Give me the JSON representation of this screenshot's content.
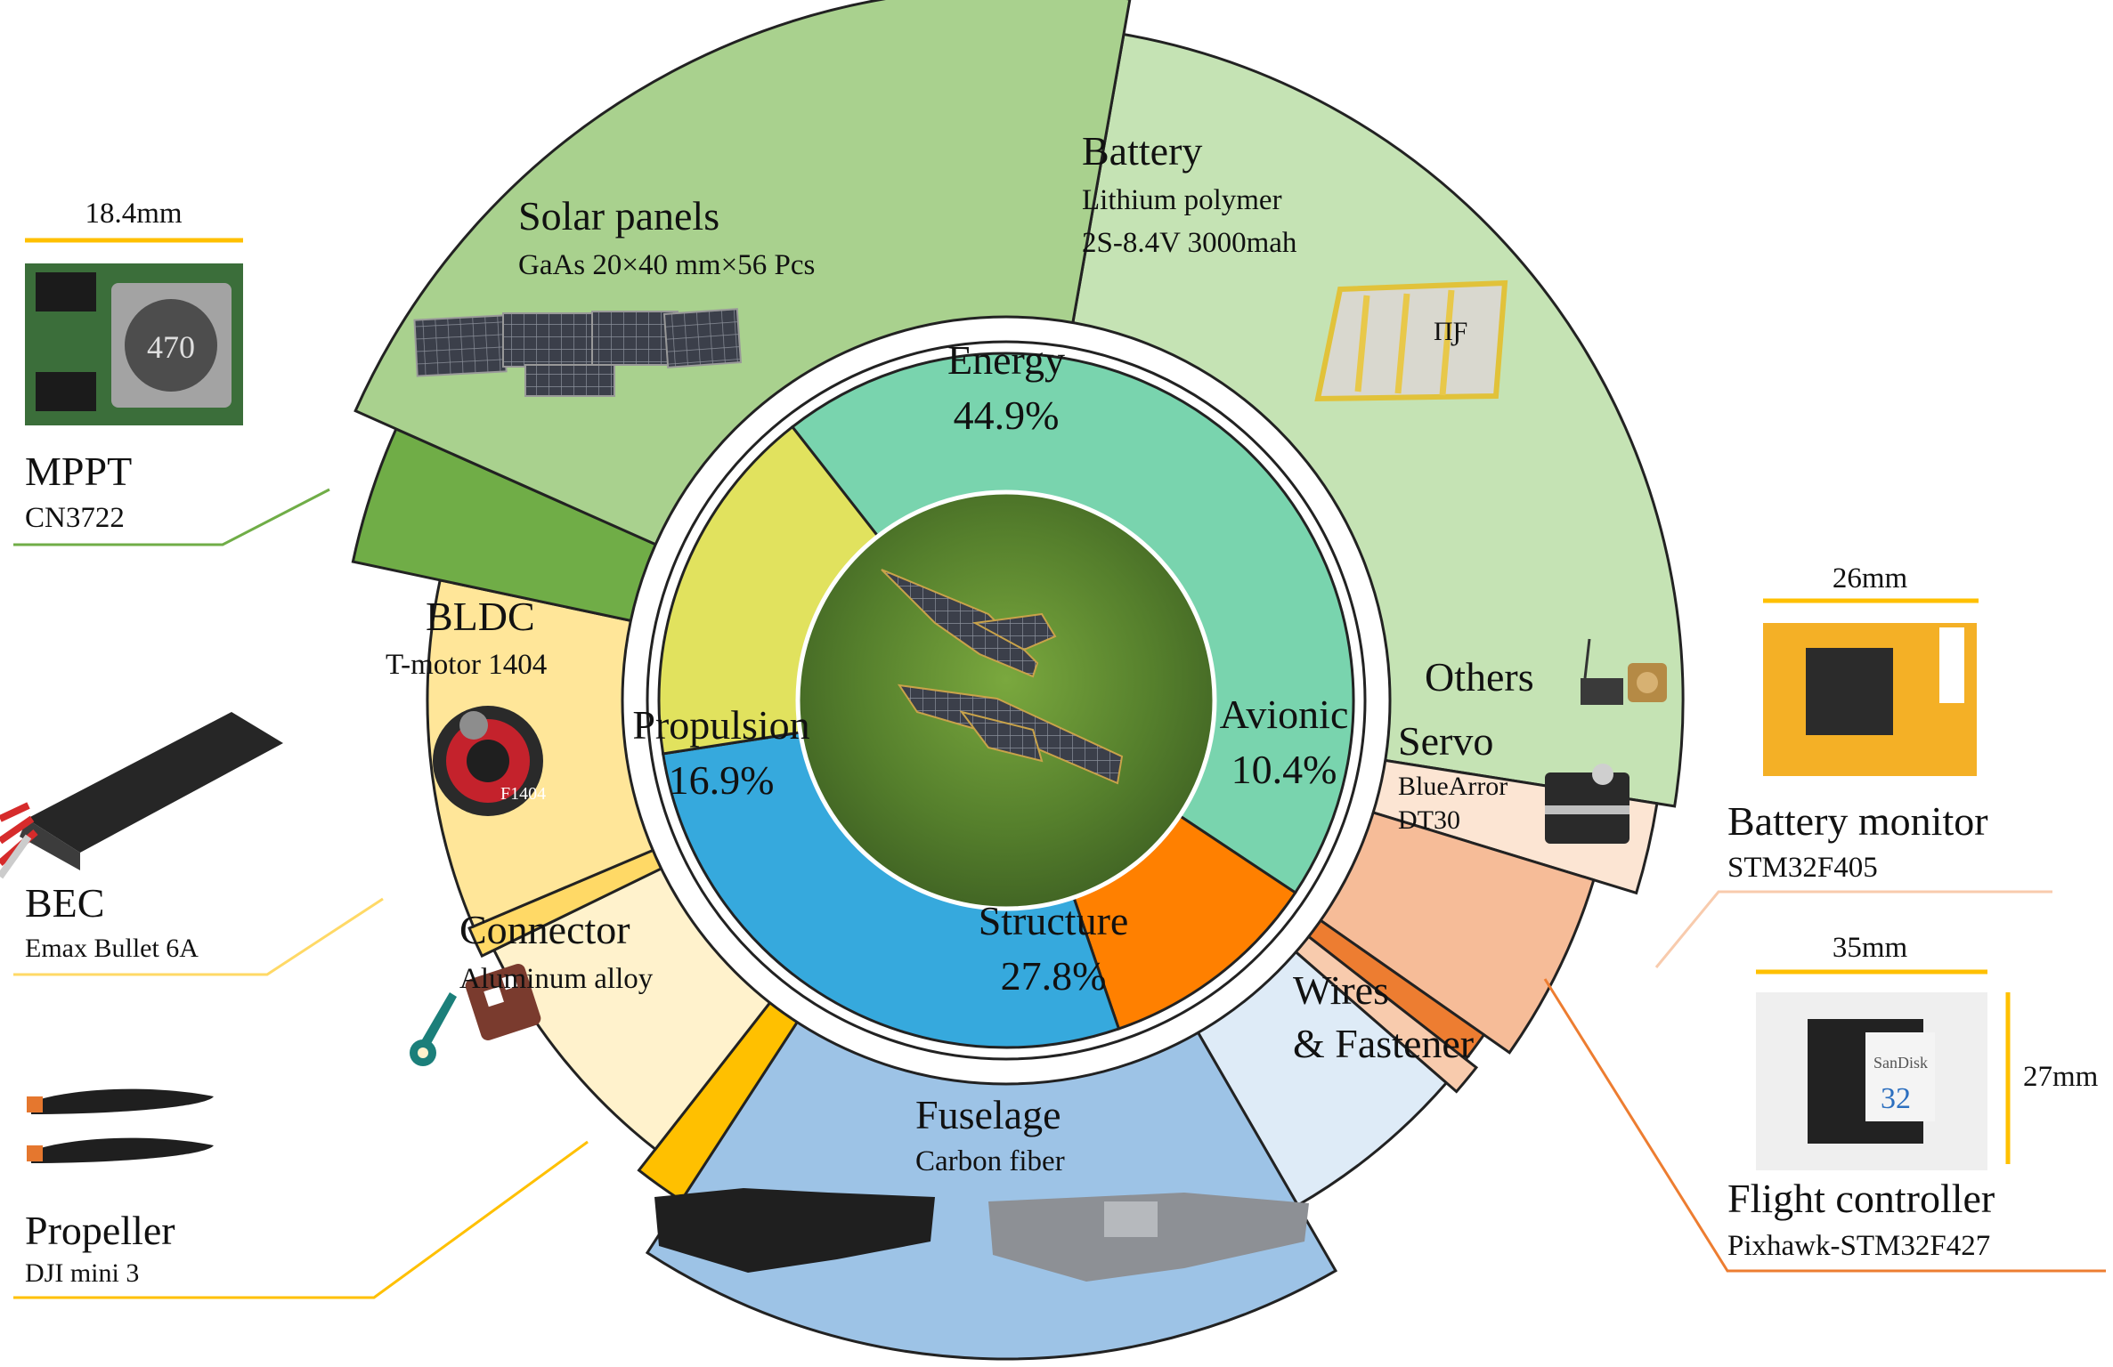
{
  "chart_data": {
    "type": "pie",
    "inner_categories": [
      {
        "name": "Energy",
        "value": 44.9,
        "label": "44.9%",
        "color": "#79d4ae"
      },
      {
        "name": "Avionic",
        "value": 10.4,
        "label": "10.4%",
        "color": "#ff8000"
      },
      {
        "name": "Structure",
        "value": 27.8,
        "label": "27.8%",
        "color": "#36a9dd"
      },
      {
        "name": "Propulsion",
        "value": 16.9,
        "label": "16.9%",
        "color": "#e1e25e"
      }
    ],
    "outer_components": [
      {
        "name": "Battery",
        "sub": [
          "Lithium polymer",
          "2S-8.4V 3000mah"
        ],
        "color": "#c5e3b4"
      },
      {
        "name": "Others",
        "sub": [],
        "color": "#fce5d3"
      },
      {
        "name": "Servo",
        "sub": [
          "BlueArror",
          "DT30"
        ],
        "color": "#f6bc98"
      },
      {
        "name": "Flight controller",
        "sub": [],
        "color": "#ed7d31"
      },
      {
        "name": "Battery monitor",
        "sub": [],
        "color": "#f8cbad"
      },
      {
        "name": "Wires & Fastener",
        "sub": [],
        "color": "#deebf7"
      },
      {
        "name": "Fuselage",
        "sub": [
          "Carbon fiber"
        ],
        "color": "#9dc3e6"
      },
      {
        "name": "Propeller",
        "sub": [],
        "color": "#ffc000"
      },
      {
        "name": "Connector",
        "sub": [
          "Aluminum alloy"
        ],
        "color": "#fff2cc"
      },
      {
        "name": "BEC",
        "sub": [],
        "color": "#ffd966"
      },
      {
        "name": "BLDC",
        "sub": [
          "T-motor 1404"
        ],
        "color": "#ffe699"
      },
      {
        "name": "MPPT",
        "sub": [],
        "color": "#70ad47"
      },
      {
        "name": "Solar panels",
        "sub": [
          "GaAs 20×40 mm×56 Pcs"
        ],
        "color": "#a9d18e"
      }
    ],
    "callouts": {
      "mppt": {
        "dimension": "18.4mm",
        "name": "MPPT",
        "model": "CN3722"
      },
      "bec": {
        "name": "BEC",
        "model": "Emax Bullet 6A"
      },
      "propeller": {
        "name": "Propeller",
        "model": "DJI mini 3"
      },
      "battery_monitor": {
        "dimension": "26mm",
        "name": "Battery monitor",
        "model": "STM32F405"
      },
      "flight_controller": {
        "dimension_w": "35mm",
        "dimension_h": "27mm",
        "name": "Flight controller",
        "model": "Pixhawk-STM32F427"
      }
    },
    "wires_labels": [
      "Wires",
      "& Fastener"
    ]
  }
}
